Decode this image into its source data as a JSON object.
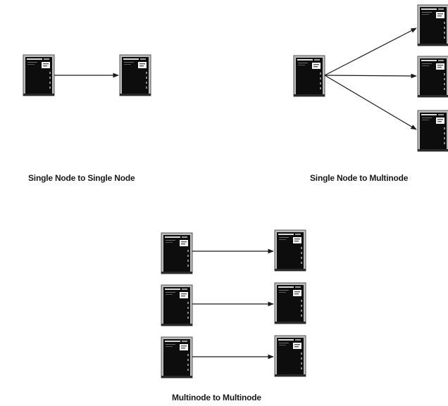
{
  "diagram": {
    "captions": {
      "single_to_single": "Single Node to Single Node",
      "single_to_multi": "Single Node to Multinode",
      "multi_to_multi": "Multinode to Multinode"
    },
    "colors": {
      "node_fill": "#0d0d0d",
      "node_frame": "#bdbdbd",
      "connector": "#1a1a1a",
      "screen_window": "#f2f2f2"
    },
    "icons": {
      "node": "computer-node-icon",
      "connector": "arrow-connector"
    }
  }
}
